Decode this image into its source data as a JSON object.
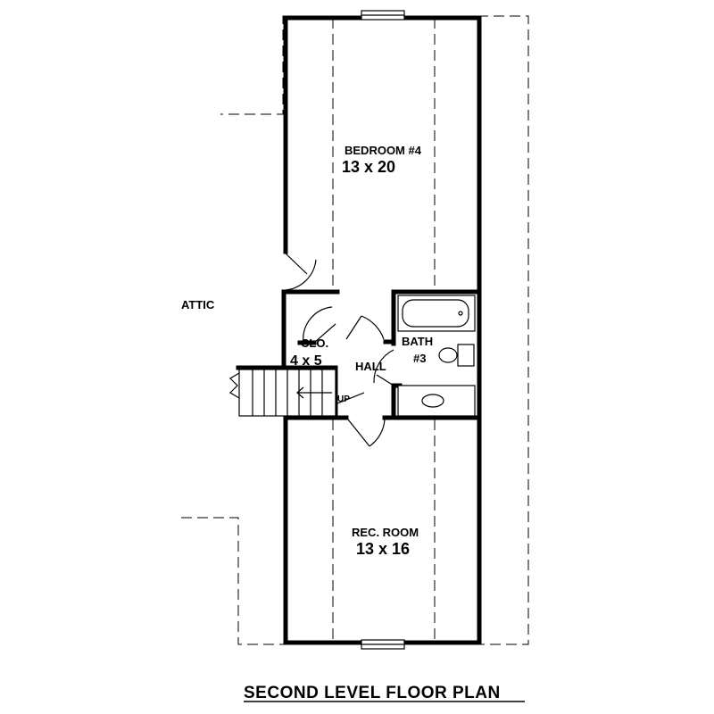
{
  "title": "SECOND LEVEL FLOOR PLAN",
  "rooms": {
    "bedroom4": {
      "name": "BEDROOM #4",
      "size": "13 x 20"
    },
    "rec_room": {
      "name": "REC. ROOM",
      "size": "13 x 16"
    },
    "closet": {
      "name": "CLO.",
      "size": "4 x 5"
    },
    "hall": {
      "name": "HALL"
    },
    "bath": {
      "name": "BATH",
      "number": "#3"
    },
    "attic": {
      "name": "ATTIC"
    }
  },
  "stairs": {
    "label": "UP"
  }
}
